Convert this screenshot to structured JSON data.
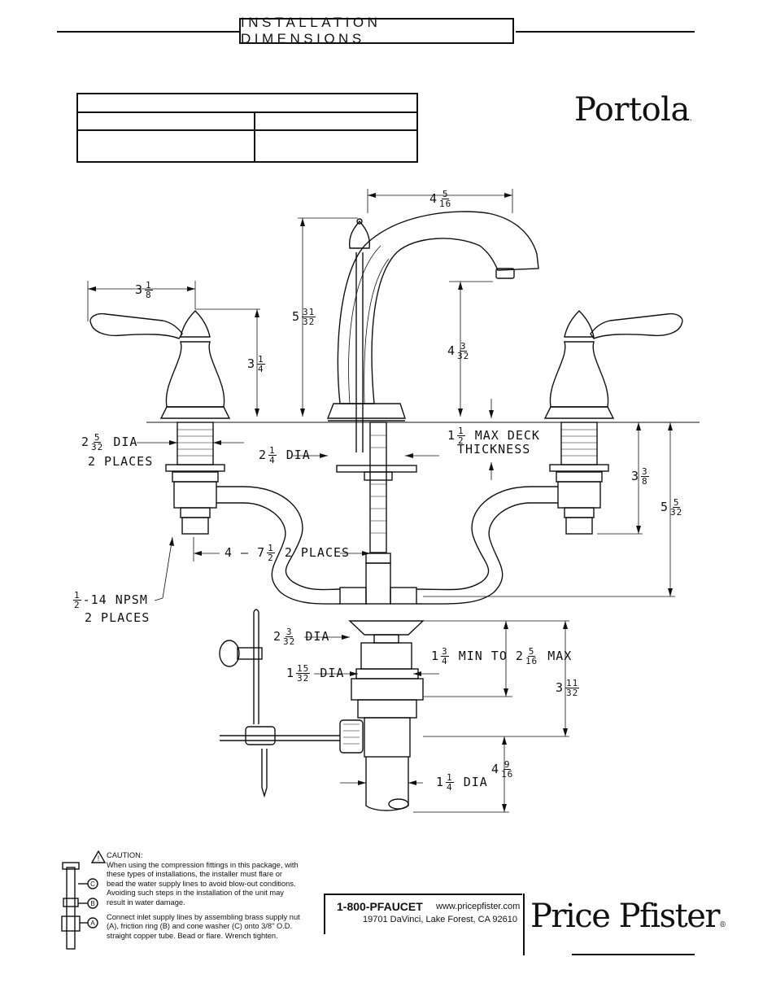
{
  "header": {
    "title": "INSTALLATION DIMENSIONS"
  },
  "brand": {
    "product_name": "Portola",
    "mark": "."
  },
  "dimensions": {
    "spout_spread": {
      "whole": "4",
      "num": "5",
      "den": "16"
    },
    "handle_reach": {
      "whole": "3",
      "num": "1",
      "den": "8"
    },
    "overall_height": {
      "whole": "5",
      "num": "31",
      "den": "32"
    },
    "spout_height": {
      "whole": "4",
      "num": "3",
      "den": "32"
    },
    "handle_height": {
      "whole": "3",
      "num": "1",
      "den": "4"
    },
    "valve_dia": {
      "whole": "2",
      "num": "5",
      "den": "32",
      "suffix": "DIA",
      "places": "2 PLACES"
    },
    "spout_dia": {
      "whole": "2",
      "num": "1",
      "den": "4",
      "suffix": "DIA"
    },
    "deck_thickness": {
      "whole": "1",
      "num": "1",
      "den": "2",
      "suffix": "MAX DECK",
      "line2": "THICKNESS"
    },
    "valve_shank": {
      "whole": "3",
      "num": "3",
      "den": "8"
    },
    "valve_total": {
      "whole": "5",
      "num": "5",
      "den": "32"
    },
    "spacing": {
      "prefix": "4 — 7",
      "num": "1",
      "den": "2",
      "suffix": "2 PLACES"
    },
    "npsm": {
      "num": "1",
      "den": "2",
      "suffix": "-14 NPSM",
      "places": "2 PLACES"
    },
    "flange_dia": {
      "whole": "2",
      "num": "3",
      "den": "32",
      "suffix": "DIA"
    },
    "body_dia": {
      "whole": "1",
      "num": "15",
      "den": "32",
      "suffix": "DIA"
    },
    "drain_range": {
      "whole": "1",
      "num": "3",
      "den": "4",
      "mid": "MIN TO 2",
      "num2": "5",
      "den2": "16",
      "suffix": "MAX"
    },
    "drain_height": {
      "whole": "3",
      "num": "11",
      "den": "32"
    },
    "tail_dia": {
      "whole": "1",
      "num": "1",
      "den": "4",
      "suffix": "DIA"
    },
    "tail_length": {
      "whole": "4",
      "num": "9",
      "den": "16"
    }
  },
  "caution": {
    "heading": "CAUTION:",
    "line1": "When using the compression fittings in this package, with",
    "line2": "these types of installations, the installer must flare or",
    "line3": "bead the water supply lines to avoid blow-out conditions.",
    "line4": "Avoiding such steps in the installation of the unit may",
    "line5": "result in water damage.",
    "line6": "Connect inlet supply lines by assembling brass supply nut",
    "line7": "(A), friction ring (B) and cone washer (C) onto 3/8\" O.D.",
    "line8": "straight copper tube. Bead or flare. Wrench tighten.",
    "labels": [
      "C",
      "B",
      "A"
    ]
  },
  "contact": {
    "phone": "1-800-PFAUCET",
    "website": "www.pricepfister.com",
    "address": "19701 DaVinci, Lake Forest, CA  92610"
  },
  "footer_brand": {
    "name": "Price Pfister",
    "mark": "®"
  }
}
